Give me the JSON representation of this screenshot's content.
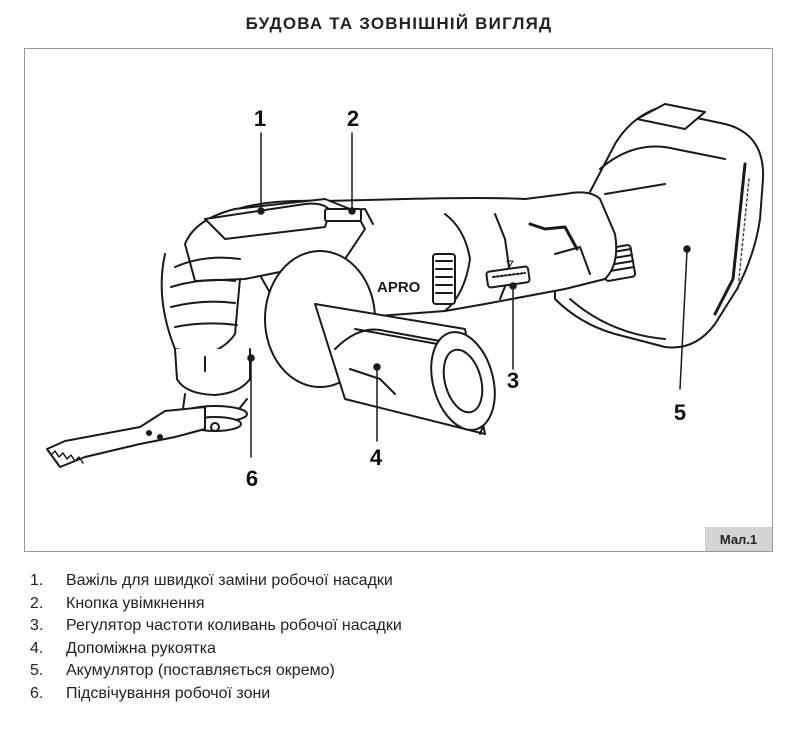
{
  "title": "БУДОВА ТА ЗОВНІШНІЙ ВИГЛЯД",
  "figure": {
    "label": "Мал.1",
    "brand_mark": "APRO",
    "callouts": [
      "1",
      "2",
      "3",
      "4",
      "5",
      "6"
    ]
  },
  "legend": [
    {
      "num": "1.",
      "text": "Важіль для швидкої заміни робочої насадки"
    },
    {
      "num": "2.",
      "text": "Кнопка увімкнення"
    },
    {
      "num": "3.",
      "text": "Регулятор частоти коливань робочої насадки"
    },
    {
      "num": "4.",
      "text": "Допоміжна рукоятка"
    },
    {
      "num": "5.",
      "text": "Акумулятор (поставляється окремо)"
    },
    {
      "num": "6.",
      "text": "Підсвічування робочої зони"
    }
  ]
}
